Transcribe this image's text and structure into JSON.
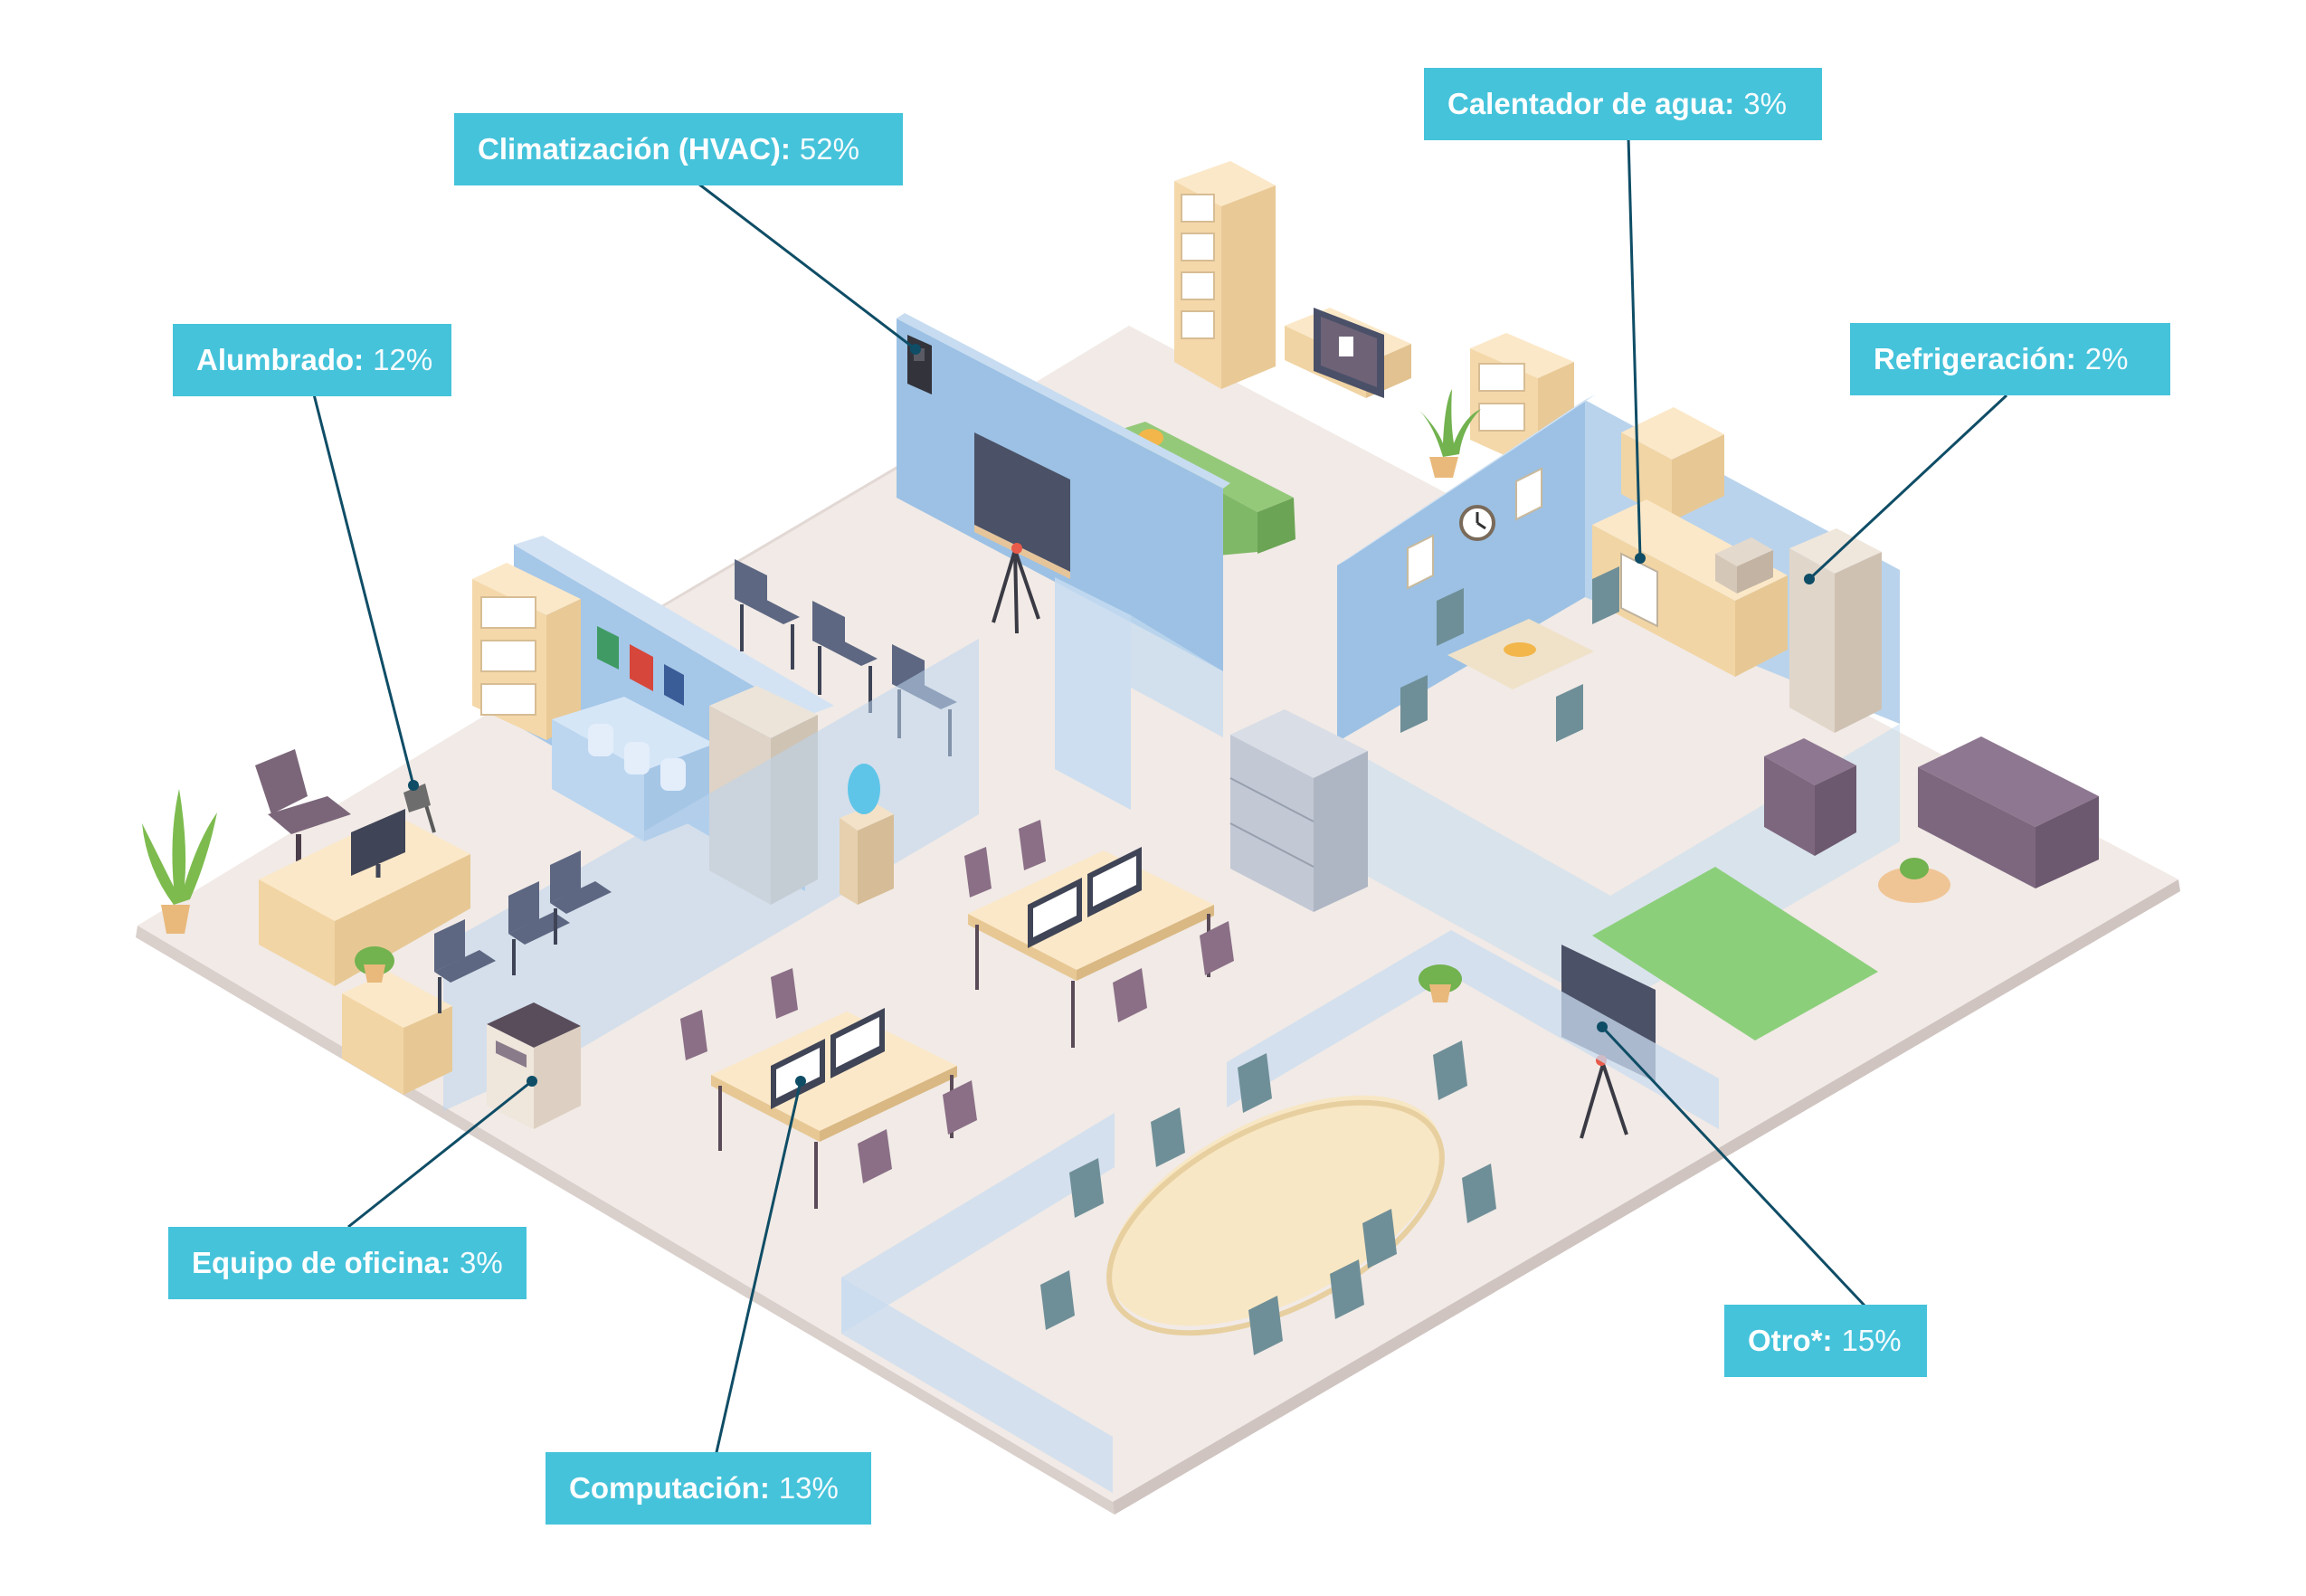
{
  "callouts": {
    "hvac": {
      "label": "Climatización (HVAC):",
      "value": "52%"
    },
    "water": {
      "label": "Calentador de agua:",
      "value": "3%"
    },
    "lighting": {
      "label": "Alumbrado:",
      "value": "12%"
    },
    "refrig": {
      "label": "Refrigeración:",
      "value": "2%"
    },
    "office": {
      "label": "Equipo de oficina:",
      "value": "3%"
    },
    "computing": {
      "label": "Computación:",
      "value": "13%"
    },
    "other": {
      "label": "Otro*:",
      "value": "15%"
    }
  },
  "energy_breakdown_percent": {
    "hvac": 52,
    "other": 15,
    "computing": 13,
    "lighting": 12,
    "water": 3,
    "office": 3,
    "refrig": 2
  },
  "colors": {
    "callout_bg": "#45c3db",
    "leader_line": "#0f4d66",
    "floor": "#efe7e3",
    "wall_blue": "#9cc3e6",
    "glass": "#c8dcef",
    "wood": "#f6dfb6",
    "grass": "#8ccf7b",
    "sofa_purple": "#8e7790",
    "chair_teal": "#6f8f98",
    "table_cream": "#f8e7c4"
  },
  "icons": [
    "plant-icon",
    "monitor-icon",
    "chair-icon",
    "sofa-icon",
    "whiteboard-icon",
    "bookshelf-icon",
    "tv-icon",
    "clock-icon",
    "printer-icon",
    "water-cooler-icon",
    "fridge-icon",
    "microwave-icon",
    "filing-cabinet-icon",
    "rug-icon",
    "thermostat-icon"
  ]
}
